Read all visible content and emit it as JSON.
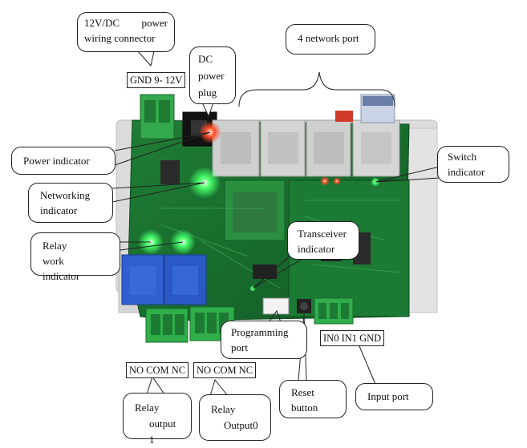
{
  "callouts": {
    "power_wiring": "12V/DC power wiring connector",
    "dc_plug_line1": "DC",
    "dc_plug_line2": "power",
    "dc_plug_line3": "plug",
    "network_port": "4 network port",
    "power_indicator": "Power indicator",
    "switch_indicator_line1": "Switch",
    "switch_indicator_line2": "indicator",
    "networking_indicator_line1": "Networking",
    "networking_indicator_line2": "indicator",
    "relay_work_line1": "Relay work",
    "relay_work_line2": "indicator",
    "transceiver_line1": "Transceiver",
    "transceiver_line2": "indicator",
    "programming_line1": "Programming",
    "programming_line2": "port",
    "reset_line1": "Reset",
    "reset_line2": "button",
    "input_port": "Input port",
    "relay_out1_line1": "Relay",
    "relay_out1_line2": "output 1",
    "relay_out0_line1": "Relay",
    "relay_out0_line2": "Output0"
  },
  "labels": {
    "gnd_voltage": "GND 9- 12V",
    "relay1_pins": "NO COM NC",
    "relay0_pins": "NO COM NC",
    "input_pins": "IN0 IN1 GND"
  },
  "colors": {
    "pcb": "#1f8a3a",
    "led_green": "#37ff5c",
    "led_red": "#ff3b2a",
    "terminal": "#2fae4a",
    "enclosure": "#d9d9d9"
  }
}
